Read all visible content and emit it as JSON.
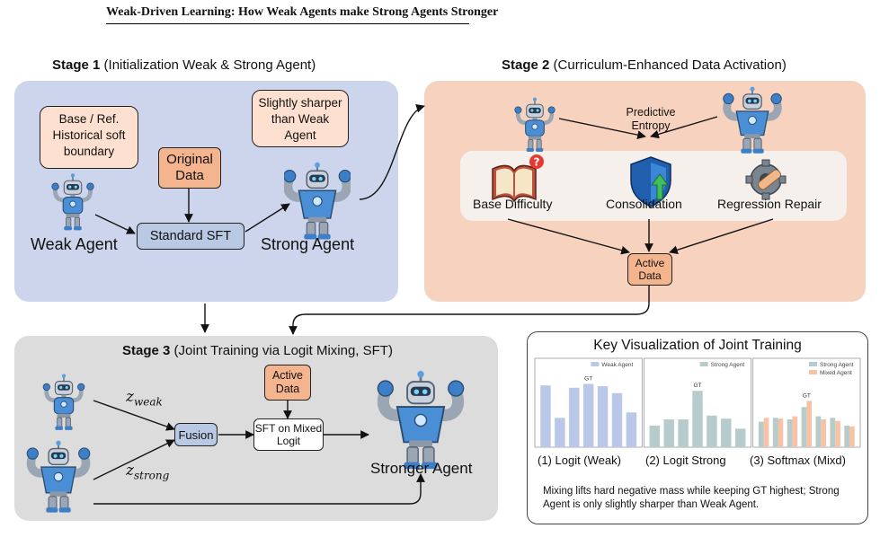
{
  "header": {
    "title": "Weak-Driven Learning: How Weak Agents make Strong Agents Stronger"
  },
  "stage1": {
    "title_bold": "Stage 1",
    "title_rest": "(Initialization Weak & Strong Agent)",
    "bubble_left": "Base / Ref. Historical soft boundary",
    "bubble_right": "Slightly sharper than Weak Agent",
    "original_data": "Original Data",
    "standard_sft": "Standard SFT",
    "weak_agent": "Weak Agent",
    "strong_agent": "Strong Agent"
  },
  "stage2": {
    "title_bold": "Stage 2",
    "title_rest": "(Curriculum-Enhanced Data Activation)",
    "predictive_entropy": "Predictive Entropy",
    "base_difficulty": "Base Difficulty",
    "consolidation": "Consolidation",
    "regression_repair": "Regression Repair",
    "active_data": "Active Data"
  },
  "stage3": {
    "title_bold": "Stage 3",
    "title_rest": "(Joint Training via Logit Mixing, SFT)",
    "z_weak_base": "z",
    "z_weak_sub": "weak",
    "z_strong_base": "z",
    "z_strong_sub": "strong",
    "fusion": "Fusion",
    "active_data": "Active Data",
    "sft_mixed": "SFT on Mixed Logit",
    "stronger_agent": "Stronger Agent"
  },
  "key_vis": {
    "title": "Key Visualization of Joint Training",
    "captions": [
      "(1) Logit (Weak)",
      "(2) Logit Strong",
      "(3) Softmax (Mixd)"
    ],
    "note": "Mixing lifts hard negative mass while keeping GT highest; Strong Agent  is only slightly sharper than Weak Agent."
  },
  "chart_data": [
    {
      "type": "bar",
      "series": [
        {
          "name": "Weak Agent",
          "values": [
            0.8,
            0.38,
            0.77,
            0.82,
            0.79,
            0.7,
            0.45
          ]
        }
      ],
      "annotations": [
        "GT"
      ],
      "gt_index": 3,
      "colors": [
        "#b9c8e8"
      ]
    },
    {
      "type": "bar",
      "series": [
        {
          "name": "Strong Agent",
          "values": [
            0.28,
            0.36,
            0.36,
            0.73,
            0.41,
            0.37,
            0.24
          ]
        }
      ],
      "annotations": [
        "GT"
      ],
      "gt_index": 3,
      "colors": [
        "#b6cbcb"
      ]
    },
    {
      "type": "bar",
      "series": [
        {
          "name": "Strong Agent",
          "values": [
            0.33,
            0.38,
            0.36,
            0.52,
            0.4,
            0.38,
            0.28
          ]
        },
        {
          "name": "Mixed Agent",
          "values": [
            0.38,
            0.37,
            0.4,
            0.6,
            0.36,
            0.34,
            0.27
          ]
        }
      ],
      "annotations": [
        "GT"
      ],
      "gt_index": 3,
      "colors": [
        "#b6cbcb",
        "#f7c3a4"
      ]
    }
  ]
}
